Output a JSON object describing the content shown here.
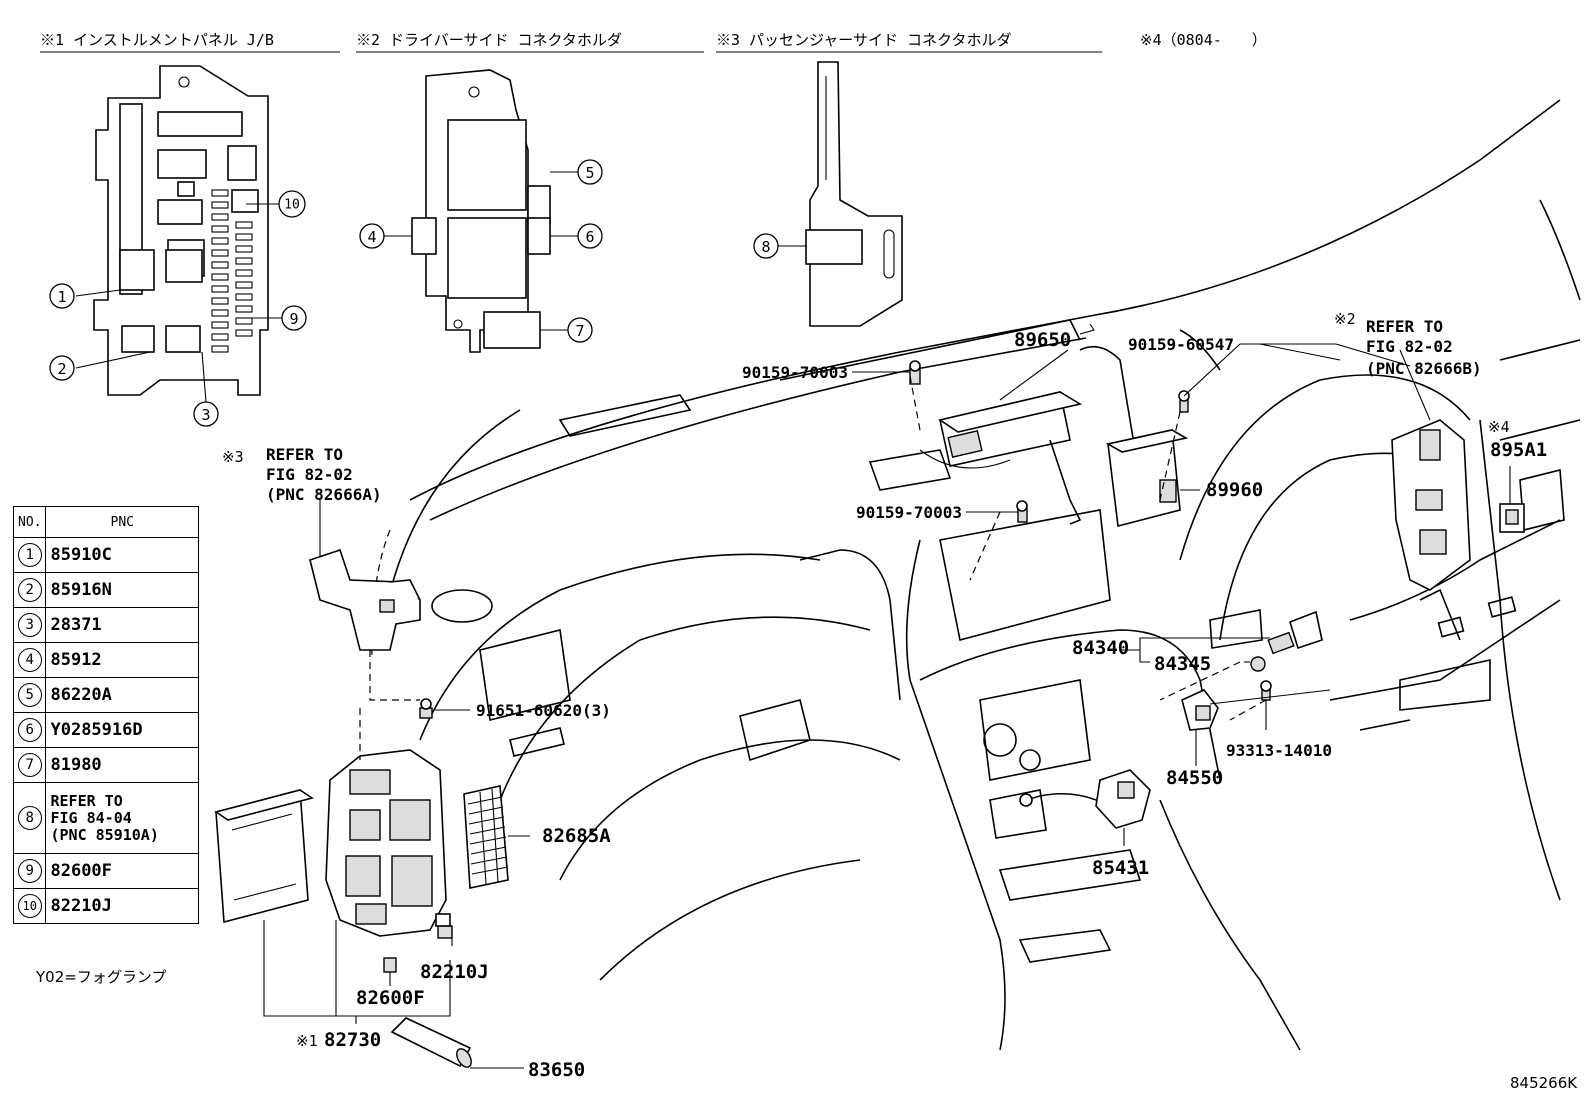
{
  "headers": [
    "※1 インストルメントパネル J/B",
    "※2 ドライバーサイド コネクタホルダ",
    "※3 パッセンジャーサイド コネクタホルダ",
    "※4（0804-　　）"
  ],
  "callouts": [
    "1",
    "2",
    "3",
    "4",
    "5",
    "6",
    "7",
    "8",
    "9",
    "10"
  ],
  "table": {
    "col_no": "NO.",
    "col_pnc": "PNC",
    "rows": [
      {
        "no": "1",
        "pnc": "85910C"
      },
      {
        "no": "2",
        "pnc": "85916N"
      },
      {
        "no": "3",
        "pnc": "28371"
      },
      {
        "no": "4",
        "pnc": "85912"
      },
      {
        "no": "5",
        "pnc": "86220A"
      },
      {
        "no": "6",
        "pnc": "Y0285916D"
      },
      {
        "no": "7",
        "pnc": "81980"
      },
      {
        "no": "8",
        "pnc": "REFER TO\nFIG 84-04\n(PNC 85910A)"
      },
      {
        "no": "9",
        "pnc": "82600F"
      },
      {
        "no": "10",
        "pnc": "82210J"
      }
    ]
  },
  "note": "Y02=フォグランプ",
  "diagram_code": "845266K",
  "labels": {
    "p89650": "89650",
    "bolt_90159_60547": "90159-60547",
    "bolt_90159_70003_a": "90159-70003",
    "bolt_90159_70003_b": "90159-70003",
    "p89960": "89960",
    "ref_driver_mark": "※2",
    "ref_driver_1": "REFER TO",
    "ref_driver_2": "FIG 82-02",
    "ref_driver_3": "(PNC 82666B)",
    "mark4": "※4",
    "p895A1": "895A1",
    "ref_pass_mark": "※3",
    "ref_pass_1": "REFER TO",
    "ref_pass_2": "FIG 82-02",
    "ref_pass_3": "(PNC 82666A)",
    "screw_91651": "91651-60620(3)",
    "p84340": "84340",
    "p84345": "84345",
    "bolt_93313": "93313-14010",
    "p84550": "84550",
    "p82685A": "82685A",
    "p85431": "85431",
    "p82210J": "82210J",
    "p82600F": "82600F",
    "jb_mark": "※1",
    "p82730": "82730",
    "p83650": "83650"
  }
}
